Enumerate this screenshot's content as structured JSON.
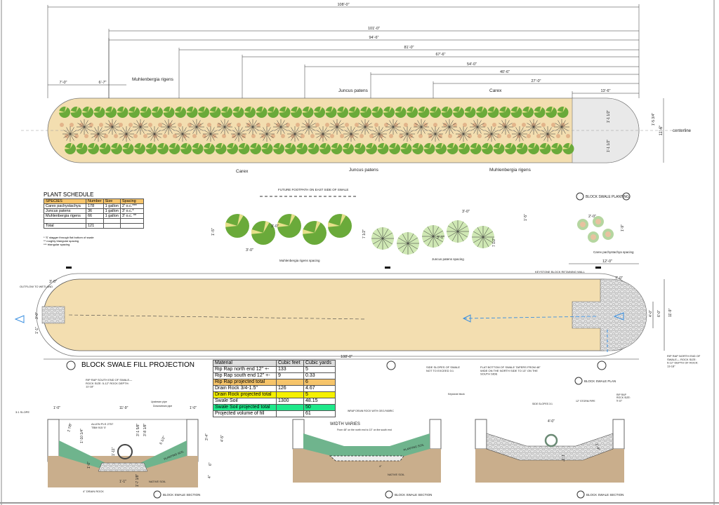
{
  "plan_top": {
    "dimensions": [
      "108'-0\"",
      "101'-0\"",
      "94'-6\"",
      "81'-0\"",
      "67'-6\"",
      "54'-0\"",
      "40'-6\"",
      "27'-0\"",
      "13'-6\""
    ],
    "left_dims": [
      "7'-0\"",
      "6'-7\""
    ],
    "right_dims": [
      "1'-5 3/4\"",
      "11'-6\"",
      "1'-1 1/2\"",
      "1'-1 1/2\""
    ],
    "centerline": "centerline",
    "labels": {
      "muhlenbergia_top": "Muhlenbergia rigens",
      "juncus_top": "Juncus patens",
      "carex_top": "Carex",
      "carex_bottom": "Carex",
      "juncus_bottom": "Juncus patens",
      "muhlenbergia_bottom": "Muhlenbergia rigens"
    },
    "footpath": "FUTURE FOOTPATH ON EAST SIDE OF SWALE",
    "caption": "BLOCK SWALE PLANTING"
  },
  "plant_schedule": {
    "title": "PLANT SCHEDULE",
    "headers": [
      "SPECIES",
      "Number",
      "Size",
      "Spacing"
    ],
    "rows": [
      [
        "Carex pachystachya",
        "178",
        "1 gallon",
        "2' o.c.***"
      ],
      [
        "Juncus patens",
        "36",
        "1 gallon",
        "3' o.c.*"
      ],
      [
        "Muhlenbergia rigens",
        "66",
        "1 gallon",
        "3' o.c. **"
      ]
    ],
    "total_label": "Total",
    "total_value": "121",
    "notes": [
      "* 'S' stagger through flat bottom of swale",
      "** roughly triangular spacing",
      "*** triangular spacing"
    ]
  },
  "spacing_details": {
    "muhlenbergia": {
      "caption": "Muhlenbergia rigens spacing",
      "dims": [
        "1'-5\"",
        "3'-0\"",
        "3'-0\""
      ]
    },
    "juncus": {
      "caption": "Juncus patens spacing",
      "dims": [
        "3'-0\"",
        "3'-1\"",
        "7 1/2\"",
        "7 1/2\"",
        "1'-5\""
      ]
    },
    "carex": {
      "caption": "Carex pachystachya spacing",
      "dims": [
        "2'-0\"",
        "1'-9\""
      ]
    }
  },
  "plan_bottom": {
    "length": "108'-0\"",
    "left_dims": [
      "3'-0\"",
      "3'-0\"",
      "1'-1\""
    ],
    "right_dims": [
      "12'-0\"",
      "7'-0\"",
      "4'-0\"",
      "6'-0\"",
      "11'-9\""
    ],
    "outflow": "OUTFLOW TO WETLAND",
    "keystone": "KEYSTONE BLOCK RETAINING WALL",
    "riprap_south": "RIP RAP SOUTH END OF SWALE— ROCK SIZE: 5-12\" ROCK DEPTH: 12-18\"",
    "side_slopes": "SIDE SLOPES OF SWALE NOT TO EXCEED 3:1",
    "flat_bottom": "FLAT BOTTOM OF SWALE TAPERS FROM 48\" WIDE ON THE NORTH SIDE TO 13\" ON THE SOUTH SIDE",
    "riprap_north": "RIP RAP NORTH END OF SWALE— ROCK SIZE: 5-12\" DEPTH OF ROCK: 13-18\"",
    "caption": "BLOCK SWALE PLAN"
  },
  "fill_projection": {
    "title": "BLOCK SWALE FILL PROJECTION",
    "headers": [
      "Material",
      "Cubic feet",
      "Cubic yards"
    ],
    "rows": [
      [
        "Rip Rap north end 12\" +-",
        "133",
        "5"
      ],
      [
        "Rip Rap south end 12\" +-",
        "9",
        "0.33"
      ],
      [
        "Rip Rap projected total",
        "",
        "6"
      ],
      [
        "Drain Rock 3/4-1.5\"",
        "126",
        "4.67"
      ],
      [
        "Drain Rock projected total",
        "",
        "5"
      ],
      [
        "Swale Soil",
        "1300",
        "48.15"
      ],
      [
        "Swale Soil projected total",
        "",
        "50"
      ],
      [
        "Projected volume of fill",
        "",
        "61"
      ]
    ]
  },
  "section_1": {
    "caption": "BLOCK SWALE SECTION",
    "dims": [
      "1'-0\"",
      "11'-9\"",
      "1'-0\"",
      "1'-10 1/4\"",
      "2 7/8\"",
      "3'-1 5/8\"",
      "3'-8 1/8\"",
      "6 1/2\"",
      "1'-11\"",
      "1'-0\"",
      "1'-1\"",
      "1'-7 1/8\"",
      "3'-4\"",
      "4'-5\"",
      "6\"",
      "4\""
    ],
    "labels": [
      "3:1 SLOPE",
      "ALLEN PLS 2757 TBM 915 '0'",
      "Upstream pipe",
      "Downstream pipe",
      "PLANTING SOIL",
      "NATIVE SOIL",
      "4\" DRAIN ROCK"
    ]
  },
  "section_2": {
    "caption": "BLOCK SWALE SECTION",
    "width": "WIDTH VARIES",
    "width_note": "From 48\" on the north end to 13\" on the south end",
    "labels": [
      "WRAP DRAIN ROCK WITH GEO-FABRIC",
      "Keystone block",
      "PLANTING SOIL",
      "NATIVE SOIL",
      "4\""
    ]
  },
  "section_3": {
    "caption": "BLOCK SWALE SECTION",
    "dims": [
      "4'-0\"",
      "1'-3\"",
      "1'-4\""
    ],
    "labels": [
      "SIDE SLOPES 3:1",
      "12\" STORM PIPE",
      "RIP RAP ROCK SIZE: 5-12\""
    ]
  },
  "colors": {
    "tan": "#f3deb0",
    "green": "#6aaa3a",
    "light_green": "#cfe8b4",
    "soil": "#c9ae8c",
    "planting": "#6fb48d",
    "rock": "#d8d8d8",
    "flow": "#3a8fe0"
  }
}
